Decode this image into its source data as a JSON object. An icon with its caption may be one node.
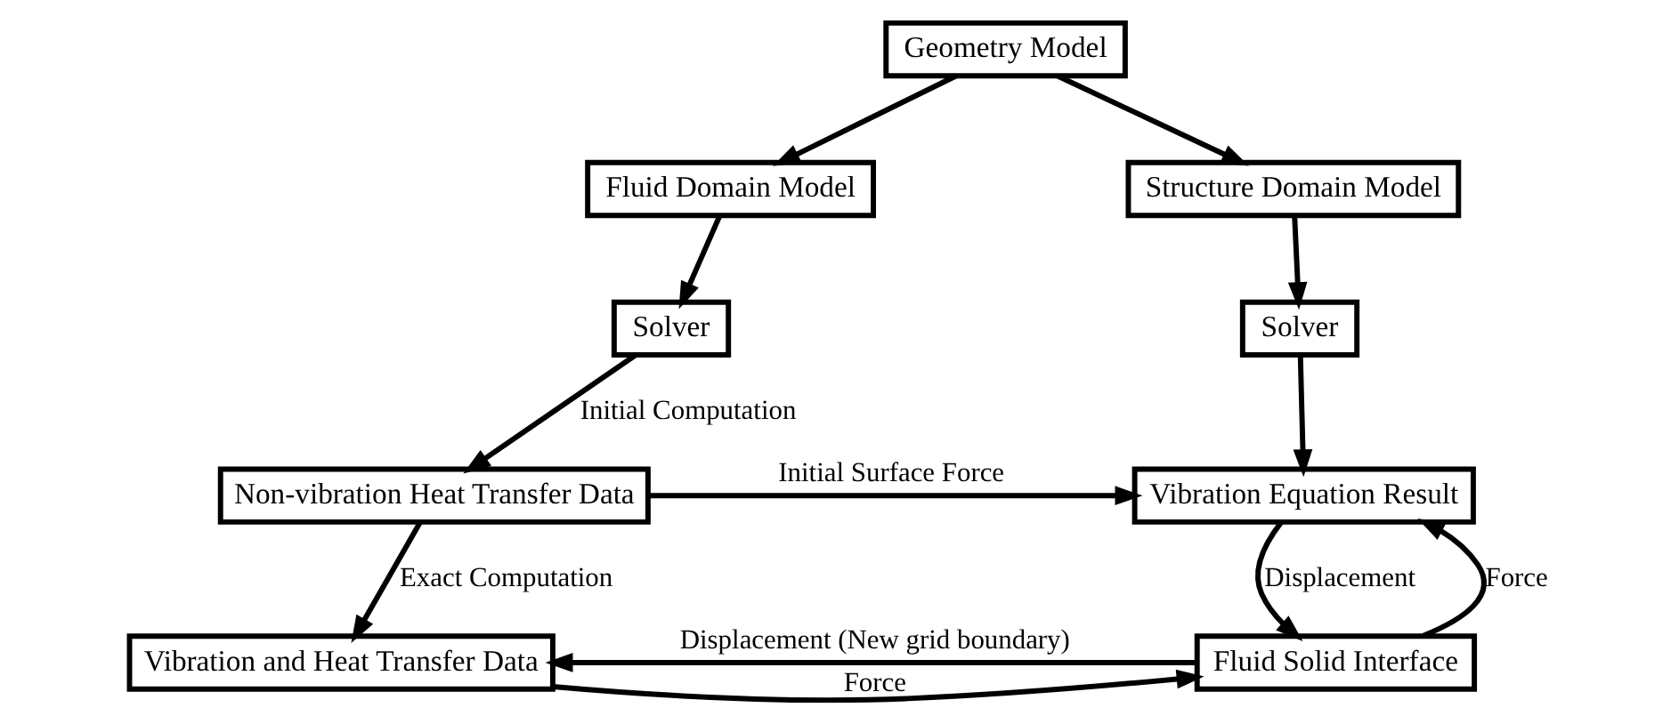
{
  "diagram": {
    "nodes": [
      {
        "text": [
          "Geometry Model"
        ]
      },
      {
        "text": [
          "Fluid Domain Model"
        ]
      },
      {
        "text": [
          "Structure Domain Model"
        ]
      },
      {
        "text": [
          "Solver"
        ]
      },
      {
        "text": [
          "Solver"
        ]
      },
      {
        "text": [
          "Non-vibration Heat Transfer Data"
        ]
      },
      {
        "text": [
          "Vibration Equation Result"
        ]
      },
      {
        "text": [
          "Vibration and Heat Transfer Data"
        ]
      },
      {
        "text": [
          "Fluid Solid Interface"
        ]
      }
    ],
    "edges": [
      {
        "from": 0,
        "to": 1,
        "arrow": "to"
      },
      {
        "from": 0,
        "to": 2,
        "arrow": "to"
      },
      {
        "from": 1,
        "to": 3,
        "arrow": "to"
      },
      {
        "from": 2,
        "to": 4,
        "arrow": "to"
      },
      {
        "from": 3,
        "to": 5,
        "arrow": "to",
        "label": "Initial Computation"
      },
      {
        "from": 4,
        "to": 6,
        "arrow": "to"
      },
      {
        "from": 5,
        "to": 6,
        "arrow": "to",
        "label": "Initial Surface Force"
      },
      {
        "from": 5,
        "to": 7,
        "arrow": "to",
        "label": "Exact Computation"
      },
      {
        "from": 7,
        "to": 8,
        "arrow": "to",
        "label": "Force"
      },
      {
        "from": 8,
        "to": 6,
        "arrow": "to",
        "label": "Force"
      },
      {
        "from": 6,
        "to": 8,
        "arrow": "to",
        "label": "Displacement"
      },
      {
        "from": 8,
        "to": 7,
        "arrow": "to",
        "label": "Displacement (New grid boundary)"
      }
    ]
  }
}
